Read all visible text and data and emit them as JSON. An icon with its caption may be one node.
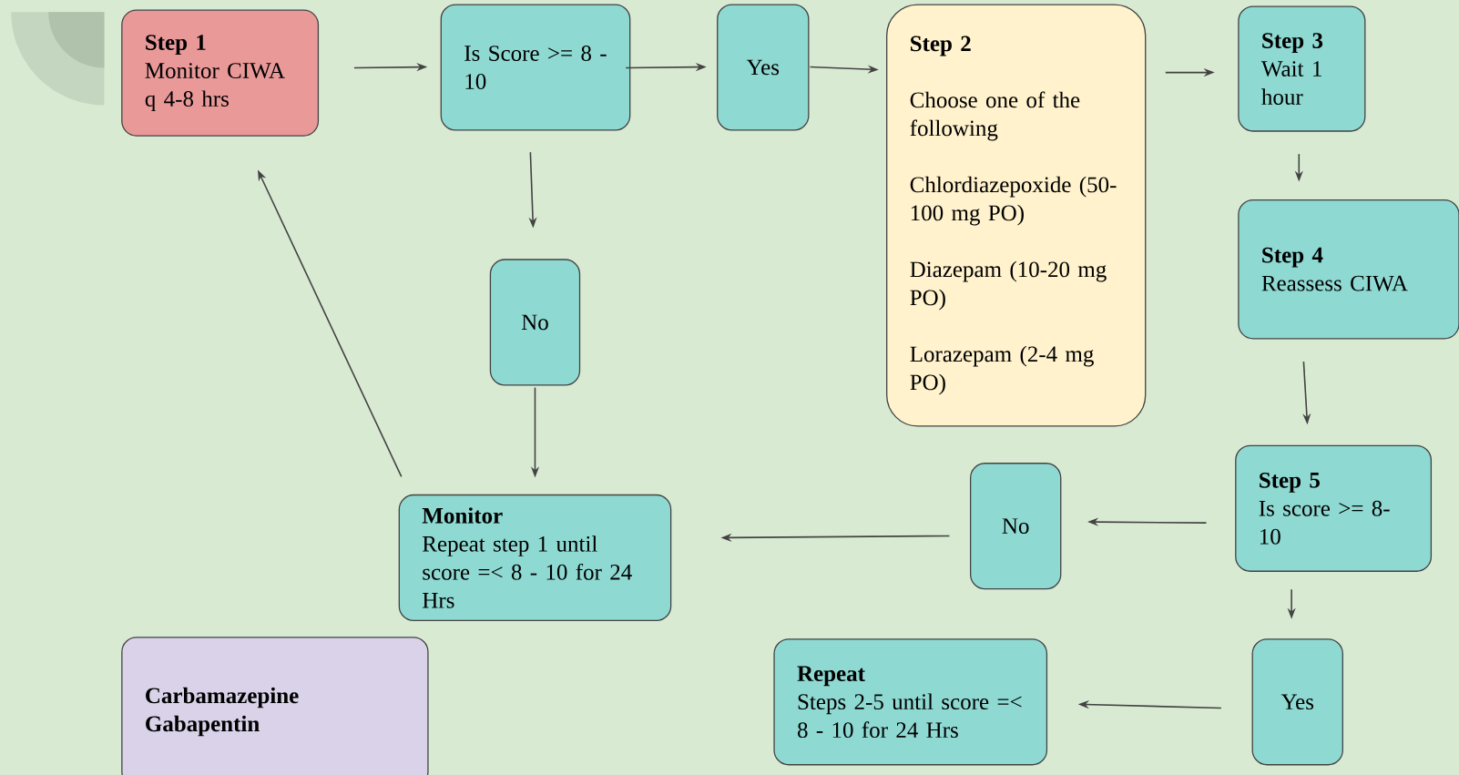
{
  "diagram": {
    "nodes": [
      {
        "text": [
          "Step 1",
          "Monitor CIWA q 4-8 hrs"
        ]
      },
      {
        "text": [
          "Is Score >= 8 - 10"
        ]
      },
      {
        "text": [
          "Yes"
        ]
      },
      {
        "text": [
          "Step 2",
          "Choose one of the following",
          "Chlordiazepoxide (50-100 mg PO)",
          "Diazepam (10-20 mg PO)",
          "Lorazepam (2-4 mg PO)"
        ]
      },
      {
        "text": [
          "Step 3",
          "Wait 1 hour"
        ]
      },
      {
        "text": [
          "Step 4",
          "Reassess CIWA"
        ]
      },
      {
        "text": [
          "No"
        ]
      },
      {
        "text": [
          "Monitor",
          "Repeat step 1 until score =< 8 - 10 for 24 Hrs"
        ]
      },
      {
        "text": [
          "No"
        ]
      },
      {
        "text": [
          "Step 5",
          "Is score >= 8-10"
        ]
      },
      {
        "text": [
          "Repeat",
          "Steps 2-5 until score =< 8 - 10 for 24 Hrs"
        ]
      },
      {
        "text": [
          "Yes"
        ]
      },
      {
        "text": [
          "Carbamazepine",
          "Gabapentin"
        ]
      }
    ],
    "edges": [
      {
        "from": 0,
        "to": 1,
        "arrow": "to"
      },
      {
        "from": 1,
        "to": 2,
        "arrow": "to"
      },
      {
        "from": 2,
        "to": 3,
        "arrow": "to"
      },
      {
        "from": 3,
        "to": 4,
        "arrow": "to"
      },
      {
        "from": 4,
        "to": 5,
        "arrow": "to"
      },
      {
        "from": 1,
        "to": 6,
        "arrow": "to"
      },
      {
        "from": 6,
        "to": 7,
        "arrow": "to"
      },
      {
        "from": 7,
        "to": 0,
        "arrow": "to"
      },
      {
        "from": 5,
        "to": 9,
        "arrow": "to"
      },
      {
        "from": 9,
        "to": 8,
        "arrow": "to"
      },
      {
        "from": 8,
        "to": 7,
        "arrow": "to"
      },
      {
        "from": 9,
        "to": 11,
        "arrow": "to"
      },
      {
        "from": 11,
        "to": 10,
        "arrow": "to"
      }
    ]
  }
}
